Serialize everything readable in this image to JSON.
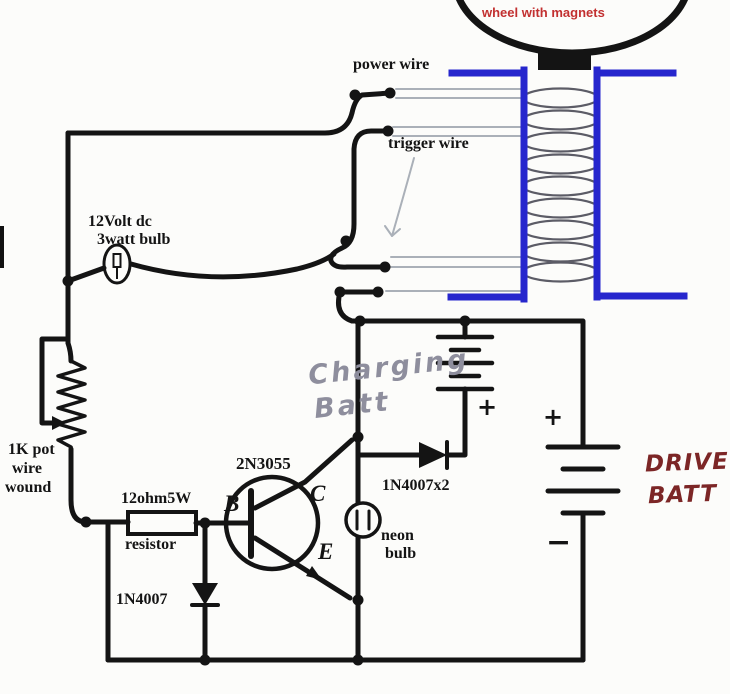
{
  "title": "Hand-drawn magnet motor charging circuit schematic",
  "colors": {
    "wire": "#141414",
    "coil_frame_blue": "#2626cd",
    "wheel_label_red": "#c23030",
    "handwriting_grey": "#8e8e9d",
    "handwriting_maroon": "#7c2626",
    "sketch_grey": "#aab0b8",
    "paper": "#fcfcfa"
  },
  "labels": {
    "wheel": "wheel with magnets",
    "power_wire": "power wire",
    "trigger_wire": "trigger wire",
    "bulb_line1": "12Volt dc",
    "bulb_line2": "3watt bulb",
    "pot_line1": "1K pot",
    "pot_line2": "wire",
    "pot_line3": "wound",
    "transistor": "2N3055",
    "transistor_b": "B",
    "transistor_c": "C",
    "transistor_e": "E",
    "resistor_value": "12ohm5W",
    "resistor_word": "resistor",
    "diode_bottom": "1N4007",
    "diode_charge": "1N4007x2",
    "neon_line1": "neon",
    "neon_line2": "bulb",
    "charging_line1": "Charging",
    "charging_line2": "Batt",
    "drive_line1": "DRIVE",
    "drive_line2": "BATT",
    "charging_plus": "+",
    "drive_plus": "+",
    "drive_minus": "−"
  }
}
